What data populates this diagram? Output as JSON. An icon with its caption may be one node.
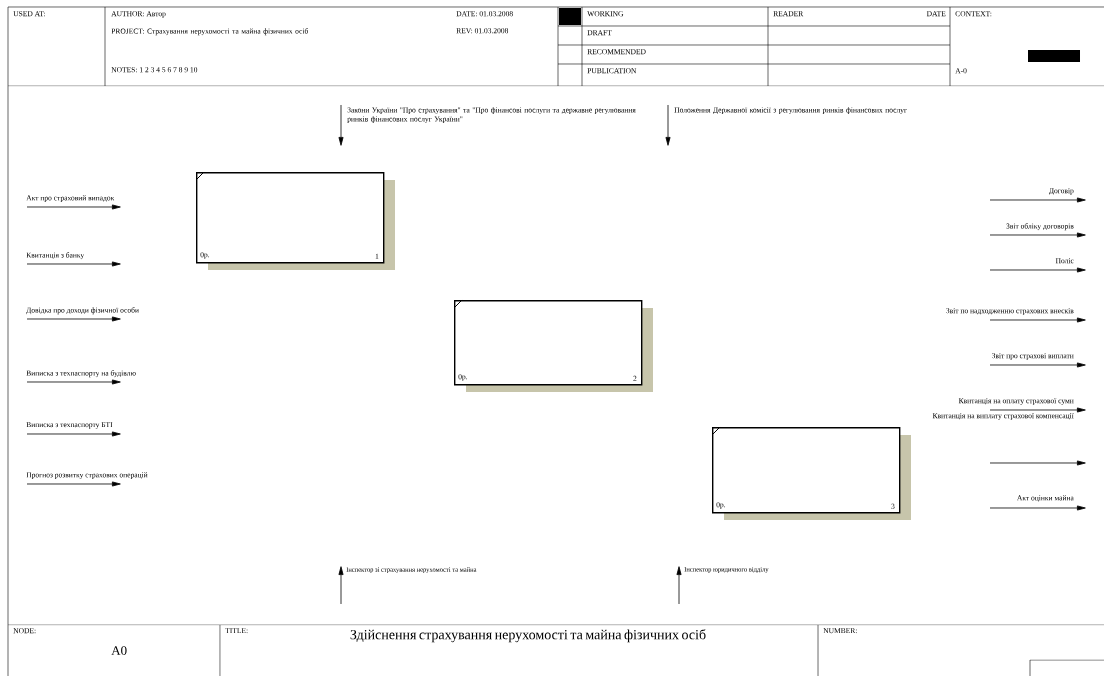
{
  "diagram": {
    "title": "Здійснення страхування нерухомості  та майна фізичних осіб",
    "nodes": [
      {
        "text": [
          "0р.",
          "1"
        ]
      },
      {
        "text": [
          "0р.",
          "2"
        ]
      },
      {
        "text": [
          "0р.",
          "3"
        ]
      }
    ],
    "labels": [
      "USED AT:",
      "AUTHOR: Автор",
      "DATE: 01.03.2008",
      "PROJECT: Страхування нерухомості та майна фізичних осіб",
      "REV: 01.03.2008",
      "NOTES: 1 2 3 4 5 6 7 8 9 10",
      "WORKING",
      "READER",
      "DATE",
      "CONTEXT:",
      "DRAFT",
      "RECOMMENDED",
      "PUBLICATION",
      "A-0",
      "Закони України \"Про страхування\" та \"Про фінансові послуги та державне регулювання ринків фінансових послуг України\"",
      "Положення Державної комісії з регулювання ринків фінансових послуг",
      "Акт про страховий випадок",
      "Квитанція з банку",
      "Довідка про доходи фізичної особи",
      "Виписка з техпаспорту на будівлю",
      "Виписка з техпаспорту БТІ",
      "Прогноз розвитку страхових операцій",
      "Договір",
      "Звіт обліку договорів",
      "Поліс",
      "Звіт по надходженню страхових внесків",
      "Звіт про страхові виплати",
      "Квитанція на оплату страхової суми",
      "Квитанція на виплату страхової компенсації",
      "Акт оцінки майна",
      "Інспектор зі страхування нерухомості та майна",
      "Інспектор юридичного відділу",
      "NODE:",
      "A0",
      "TITLE:",
      "NUMBER:"
    ]
  }
}
